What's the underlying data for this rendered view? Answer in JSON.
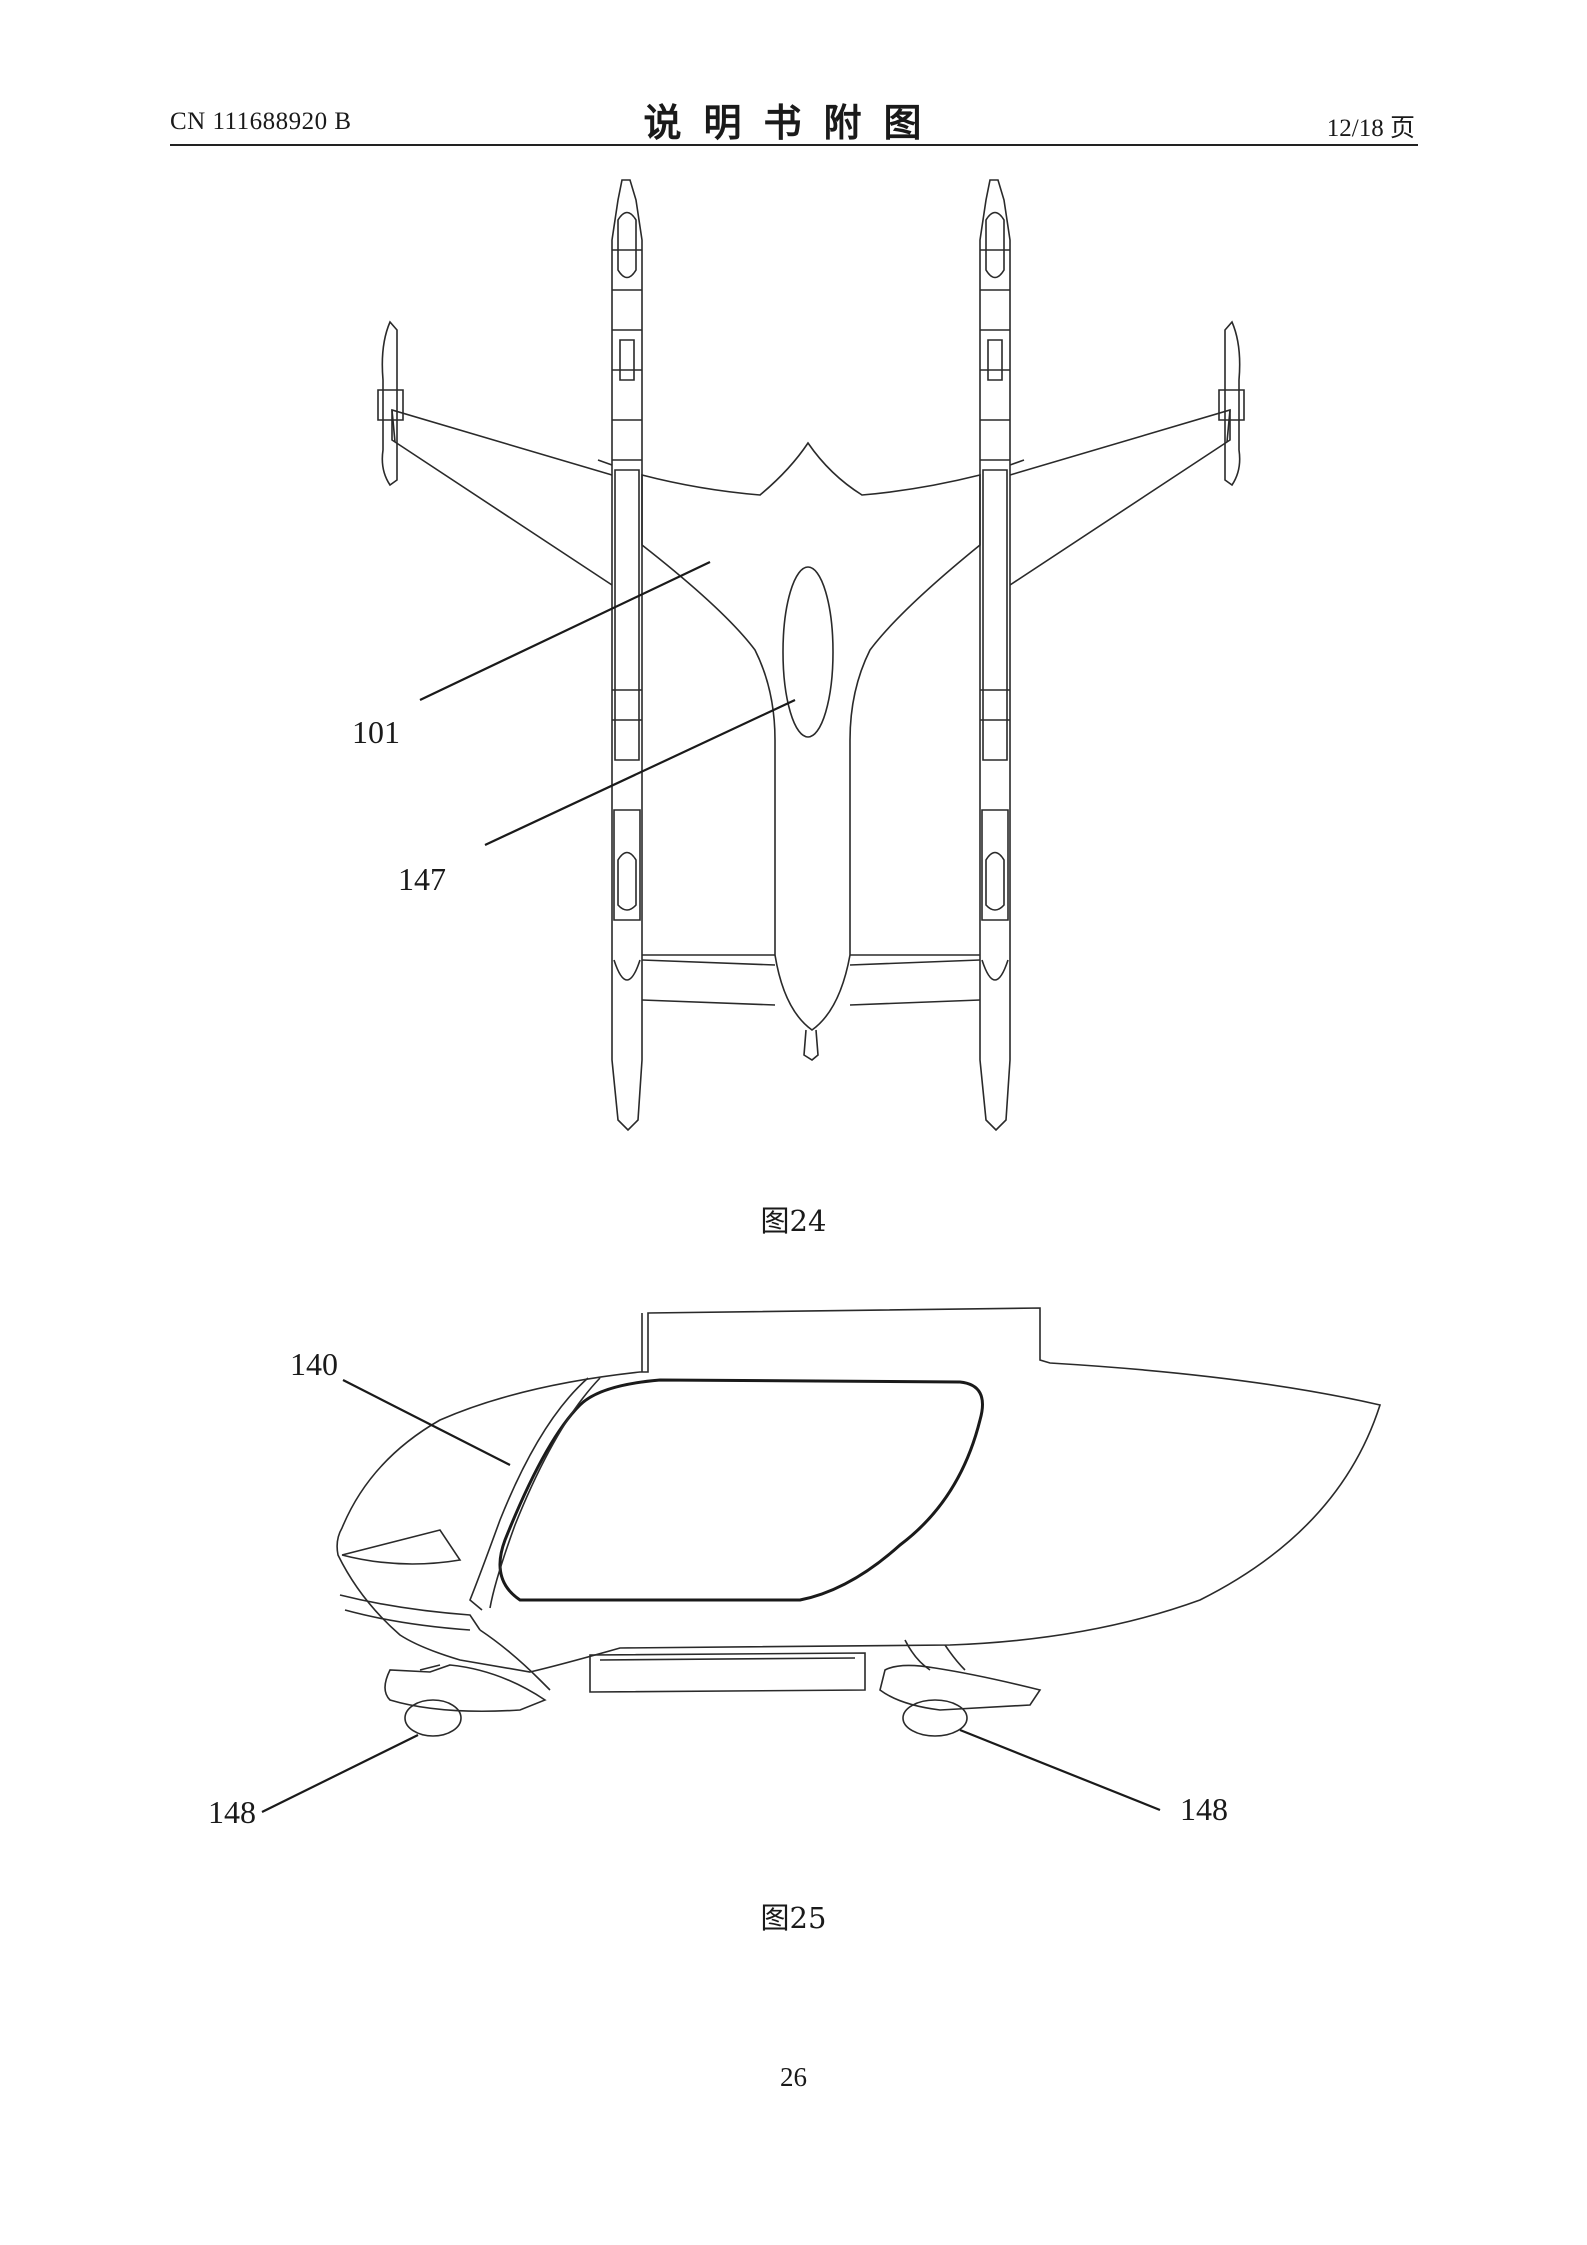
{
  "header": {
    "patent_number": "CN 111688920 B",
    "section_title": "说明书附图",
    "page_of_total": "12/18 页"
  },
  "figure_24": {
    "caption": "图24",
    "labels": [
      "101",
      "147"
    ]
  },
  "figure_25": {
    "caption": "图25",
    "labels": [
      "140",
      "148",
      "148"
    ]
  },
  "footer": {
    "page_number": "26"
  }
}
